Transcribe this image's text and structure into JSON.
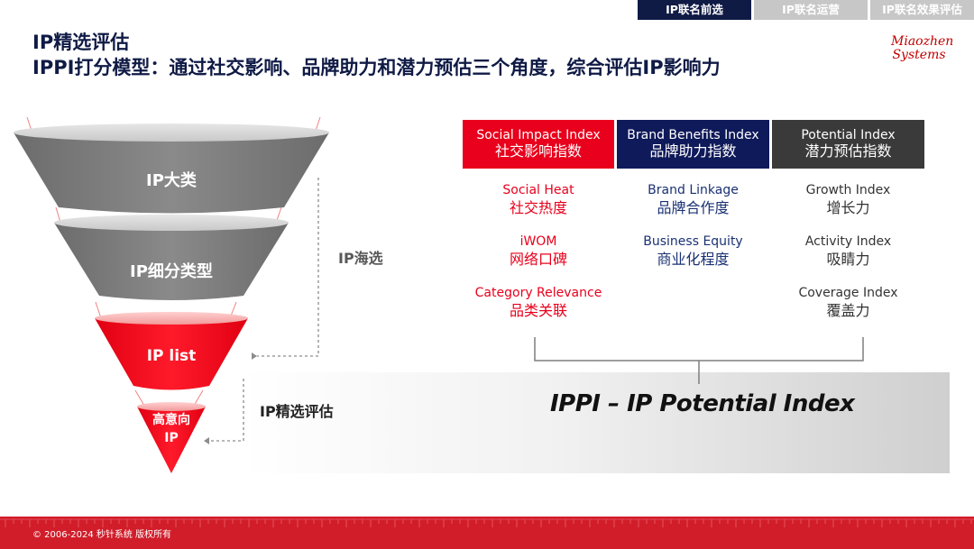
{
  "tabs": [
    {
      "label": "IP联名前选"
    },
    {
      "label": "IP联名运营"
    },
    {
      "label": "IP联名效果评估"
    }
  ],
  "title": {
    "line1": "IP精选评估",
    "line2": "IPPI打分模型：通过社交影响、品牌助力和潜力预估三个角度，综合评估IP影响力"
  },
  "logo": {
    "line1": "Miaozhen",
    "line2": "Systems"
  },
  "funnel": {
    "levels": [
      {
        "label": "IP大类"
      },
      {
        "label": "IP细分类型"
      },
      {
        "label": "IP list"
      },
      {
        "label_line1": "高意向",
        "label_line2": "IP"
      }
    ],
    "side_label_top": "IP海选",
    "side_label_bottom": "IP精选评估"
  },
  "columns": [
    {
      "header_en": "Social Impact Index",
      "header_cn": "社交影响指数",
      "items": [
        {
          "en": "Social Heat",
          "cn": "社交热度"
        },
        {
          "en": "iWOM",
          "cn": "网络口碑"
        },
        {
          "en": "Category Relevance",
          "cn": "品类关联"
        }
      ]
    },
    {
      "header_en": "Brand Benefits Index",
      "header_cn": "品牌助力指数",
      "items": [
        {
          "en": "Brand Linkage",
          "cn": "品牌合作度"
        },
        {
          "en": "Business Equity",
          "cn": "商业化程度"
        }
      ]
    },
    {
      "header_en": "Potential Index",
      "header_cn": "潜力预估指数",
      "items": [
        {
          "en": "Growth Index",
          "cn": "增长力"
        },
        {
          "en": "Activity Index",
          "cn": "吸睛力"
        },
        {
          "en": "Coverage Index",
          "cn": "覆盖力"
        }
      ]
    }
  ],
  "ippi_label": "IPPI – IP Potential Index",
  "footer": {
    "copyright": "© 2006-2024 秒针系统 版权所有"
  },
  "colors": {
    "navy": "#0f1a45",
    "red": "#e8001c",
    "brand_blue": "#1a3173",
    "gray_header": "#3a3a3a",
    "funnel_gray": "#7a7a7a",
    "footer_red": "#d11d2a"
  }
}
